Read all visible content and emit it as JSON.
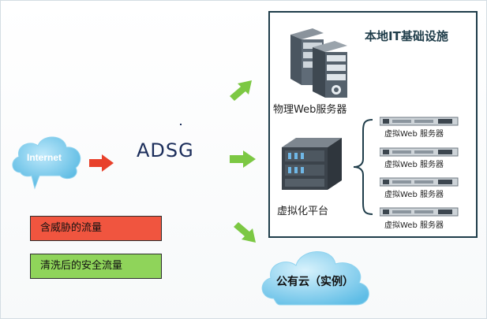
{
  "diagram": {
    "internet_label": "Internet",
    "device_label": "ADSG",
    "infrastructure": {
      "title": "本地IT基础设施",
      "physical_servers_label": "物理Web服务器",
      "virtualization_label": "虚拟化平台",
      "virtual_servers": [
        "虚拟Web 服务器",
        "虚拟Web 服务器",
        "虚拟Web 服务器",
        "虚拟Web 服务器"
      ]
    },
    "public_cloud_label": "公有云（实例）",
    "legend": {
      "threat_traffic": "含威胁的流量",
      "clean_traffic": "清洗后的安全流量"
    },
    "colors": {
      "threat": "#f0553f",
      "clean": "#8fd45a",
      "border_dark": "#1f3d4a",
      "cloud": "#6ec6ea"
    }
  }
}
